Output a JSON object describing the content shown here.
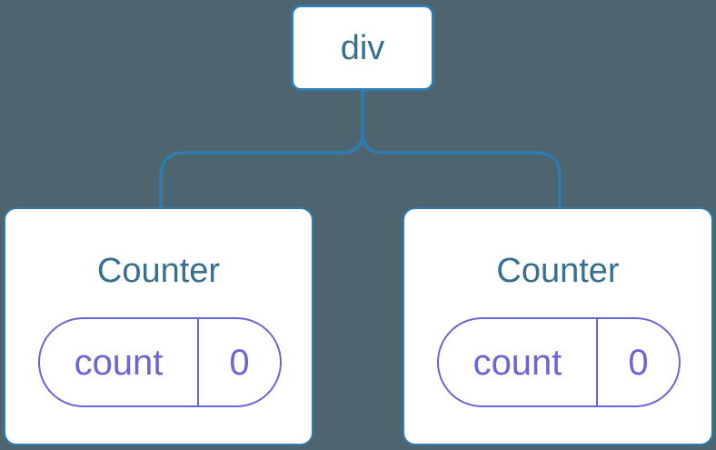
{
  "diagram": {
    "colors": {
      "background": "#4E6570",
      "line": "#2E7DB2",
      "heading": "#35708F",
      "state": "#6A66D8",
      "node_fill": "#FFFFFF"
    },
    "root": {
      "label": "div"
    },
    "children": [
      {
        "title": "Counter",
        "state": {
          "key": "count",
          "value": "0"
        }
      },
      {
        "title": "Counter",
        "state": {
          "key": "count",
          "value": "0"
        }
      }
    ]
  }
}
